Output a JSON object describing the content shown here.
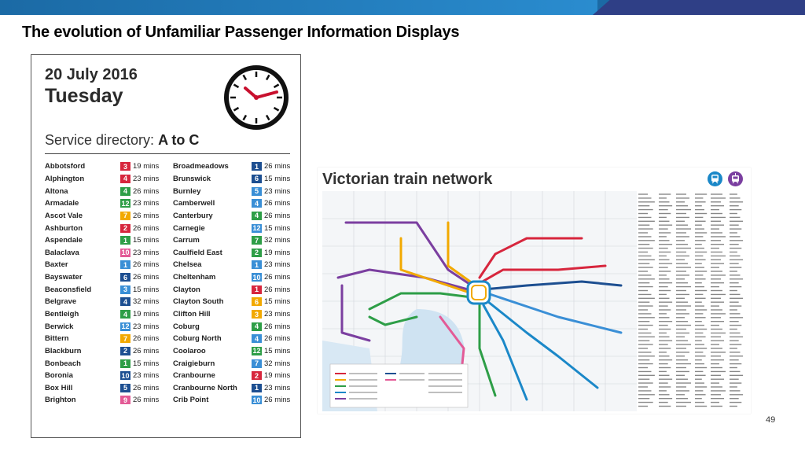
{
  "slide": {
    "title": "The evolution of Unfamiliar Passenger Information Displays",
    "page_number": "49",
    "colors": {
      "top_bar": "#1b6aa5",
      "top_bar_accent": "#2f3f86"
    }
  },
  "display": {
    "date": "20 July 2016",
    "day": "Tuesday",
    "directory_label": "Service directory:",
    "directory_range": "A to C",
    "icon": "clock-icon",
    "left_column": [
      {
        "name": "Abbotsford",
        "line": "3",
        "color": "#d7263d",
        "mins": "19 mins"
      },
      {
        "name": "Alphington",
        "line": "4",
        "color": "#d7263d",
        "mins": "23 mins"
      },
      {
        "name": "Altona",
        "line": "4",
        "color": "#2e9e47",
        "mins": "26 mins"
      },
      {
        "name": "Armadale",
        "line": "12",
        "color": "#2e9e47",
        "mins": "23 mins"
      },
      {
        "name": "Ascot Vale",
        "line": "7",
        "color": "#f2a900",
        "mins": "26 mins"
      },
      {
        "name": "Ashburton",
        "line": "2",
        "color": "#d7263d",
        "mins": "26 mins"
      },
      {
        "name": "Aspendale",
        "line": "1",
        "color": "#2e9e47",
        "mins": "15 mins"
      },
      {
        "name": "Balaclava",
        "line": "10",
        "color": "#e35a96",
        "mins": "23 mins"
      },
      {
        "name": "Baxter",
        "line": "1",
        "color": "#3a8fd6",
        "mins": "26 mins"
      },
      {
        "name": "Bayswater",
        "line": "6",
        "color": "#1d4f91",
        "mins": "26 mins"
      },
      {
        "name": "Beaconsfield",
        "line": "3",
        "color": "#3a8fd6",
        "mins": "15 mins"
      },
      {
        "name": "Belgrave",
        "line": "4",
        "color": "#1d4f91",
        "mins": "32 mins"
      },
      {
        "name": "Bentleigh",
        "line": "4",
        "color": "#2e9e47",
        "mins": "19 mins"
      },
      {
        "name": "Berwick",
        "line": "12",
        "color": "#3a8fd6",
        "mins": "23 mins"
      },
      {
        "name": "Bittern",
        "line": "7",
        "color": "#f2a900",
        "mins": "26 mins"
      },
      {
        "name": "Blackburn",
        "line": "2",
        "color": "#1d4f91",
        "mins": "26 mins"
      },
      {
        "name": "Bonbeach",
        "line": "1",
        "color": "#2e9e47",
        "mins": "15 mins"
      },
      {
        "name": "Boronia",
        "line": "10",
        "color": "#1d4f91",
        "mins": "23 mins"
      },
      {
        "name": "Box Hill",
        "line": "5",
        "color": "#1d4f91",
        "mins": "26 mins"
      },
      {
        "name": "Brighton",
        "line": "9",
        "color": "#e35a96",
        "mins": "26 mins"
      }
    ],
    "right_column": [
      {
        "name": "Broadmeadows",
        "line": "1",
        "color": "#1d4f91",
        "mins": "26 mins"
      },
      {
        "name": "Brunswick",
        "line": "6",
        "color": "#1d4f91",
        "mins": "15 mins"
      },
      {
        "name": "Burnley",
        "line": "5",
        "color": "#3a8fd6",
        "mins": "23 mins"
      },
      {
        "name": "Camberwell",
        "line": "4",
        "color": "#3a8fd6",
        "mins": "26 mins"
      },
      {
        "name": "Canterbury",
        "line": "4",
        "color": "#2e9e47",
        "mins": "26 mins"
      },
      {
        "name": "Carnegie",
        "line": "12",
        "color": "#3a8fd6",
        "mins": "15 mins"
      },
      {
        "name": "Carrum",
        "line": "7",
        "color": "#2e9e47",
        "mins": "32 mins"
      },
      {
        "name": "Caulfield East",
        "line": "2",
        "color": "#2e9e47",
        "mins": "19 mins"
      },
      {
        "name": "Chelsea",
        "line": "1",
        "color": "#3a8fd6",
        "mins": "23 mins"
      },
      {
        "name": "Cheltenham",
        "line": "10",
        "color": "#3a8fd6",
        "mins": "26 mins"
      },
      {
        "name": "Clayton",
        "line": "1",
        "color": "#d7263d",
        "mins": "26 mins"
      },
      {
        "name": "Clayton South",
        "line": "6",
        "color": "#f2a900",
        "mins": "15 mins"
      },
      {
        "name": "Clifton Hill",
        "line": "3",
        "color": "#f2a900",
        "mins": "23 mins"
      },
      {
        "name": "Coburg",
        "line": "4",
        "color": "#2e9e47",
        "mins": "26 mins"
      },
      {
        "name": "Coburg North",
        "line": "4",
        "color": "#3a8fd6",
        "mins": "26 mins"
      },
      {
        "name": "Coolaroo",
        "line": "12",
        "color": "#2e9e47",
        "mins": "15 mins"
      },
      {
        "name": "Craigieburn",
        "line": "7",
        "color": "#3a8fd6",
        "mins": "32 mins"
      },
      {
        "name": "Cranbourne",
        "line": "2",
        "color": "#d7263d",
        "mins": "19 mins"
      },
      {
        "name": "Cranbourne North",
        "line": "1",
        "color": "#1d4f91",
        "mins": "23 mins"
      },
      {
        "name": "Crib Point",
        "line": "10",
        "color": "#3a8fd6",
        "mins": "26 mins"
      }
    ]
  },
  "map": {
    "title": "Victorian train network",
    "icons": [
      "train-icon",
      "tram-icon"
    ],
    "icon_colors": [
      "#1b88c8",
      "#7b3fa0"
    ]
  }
}
